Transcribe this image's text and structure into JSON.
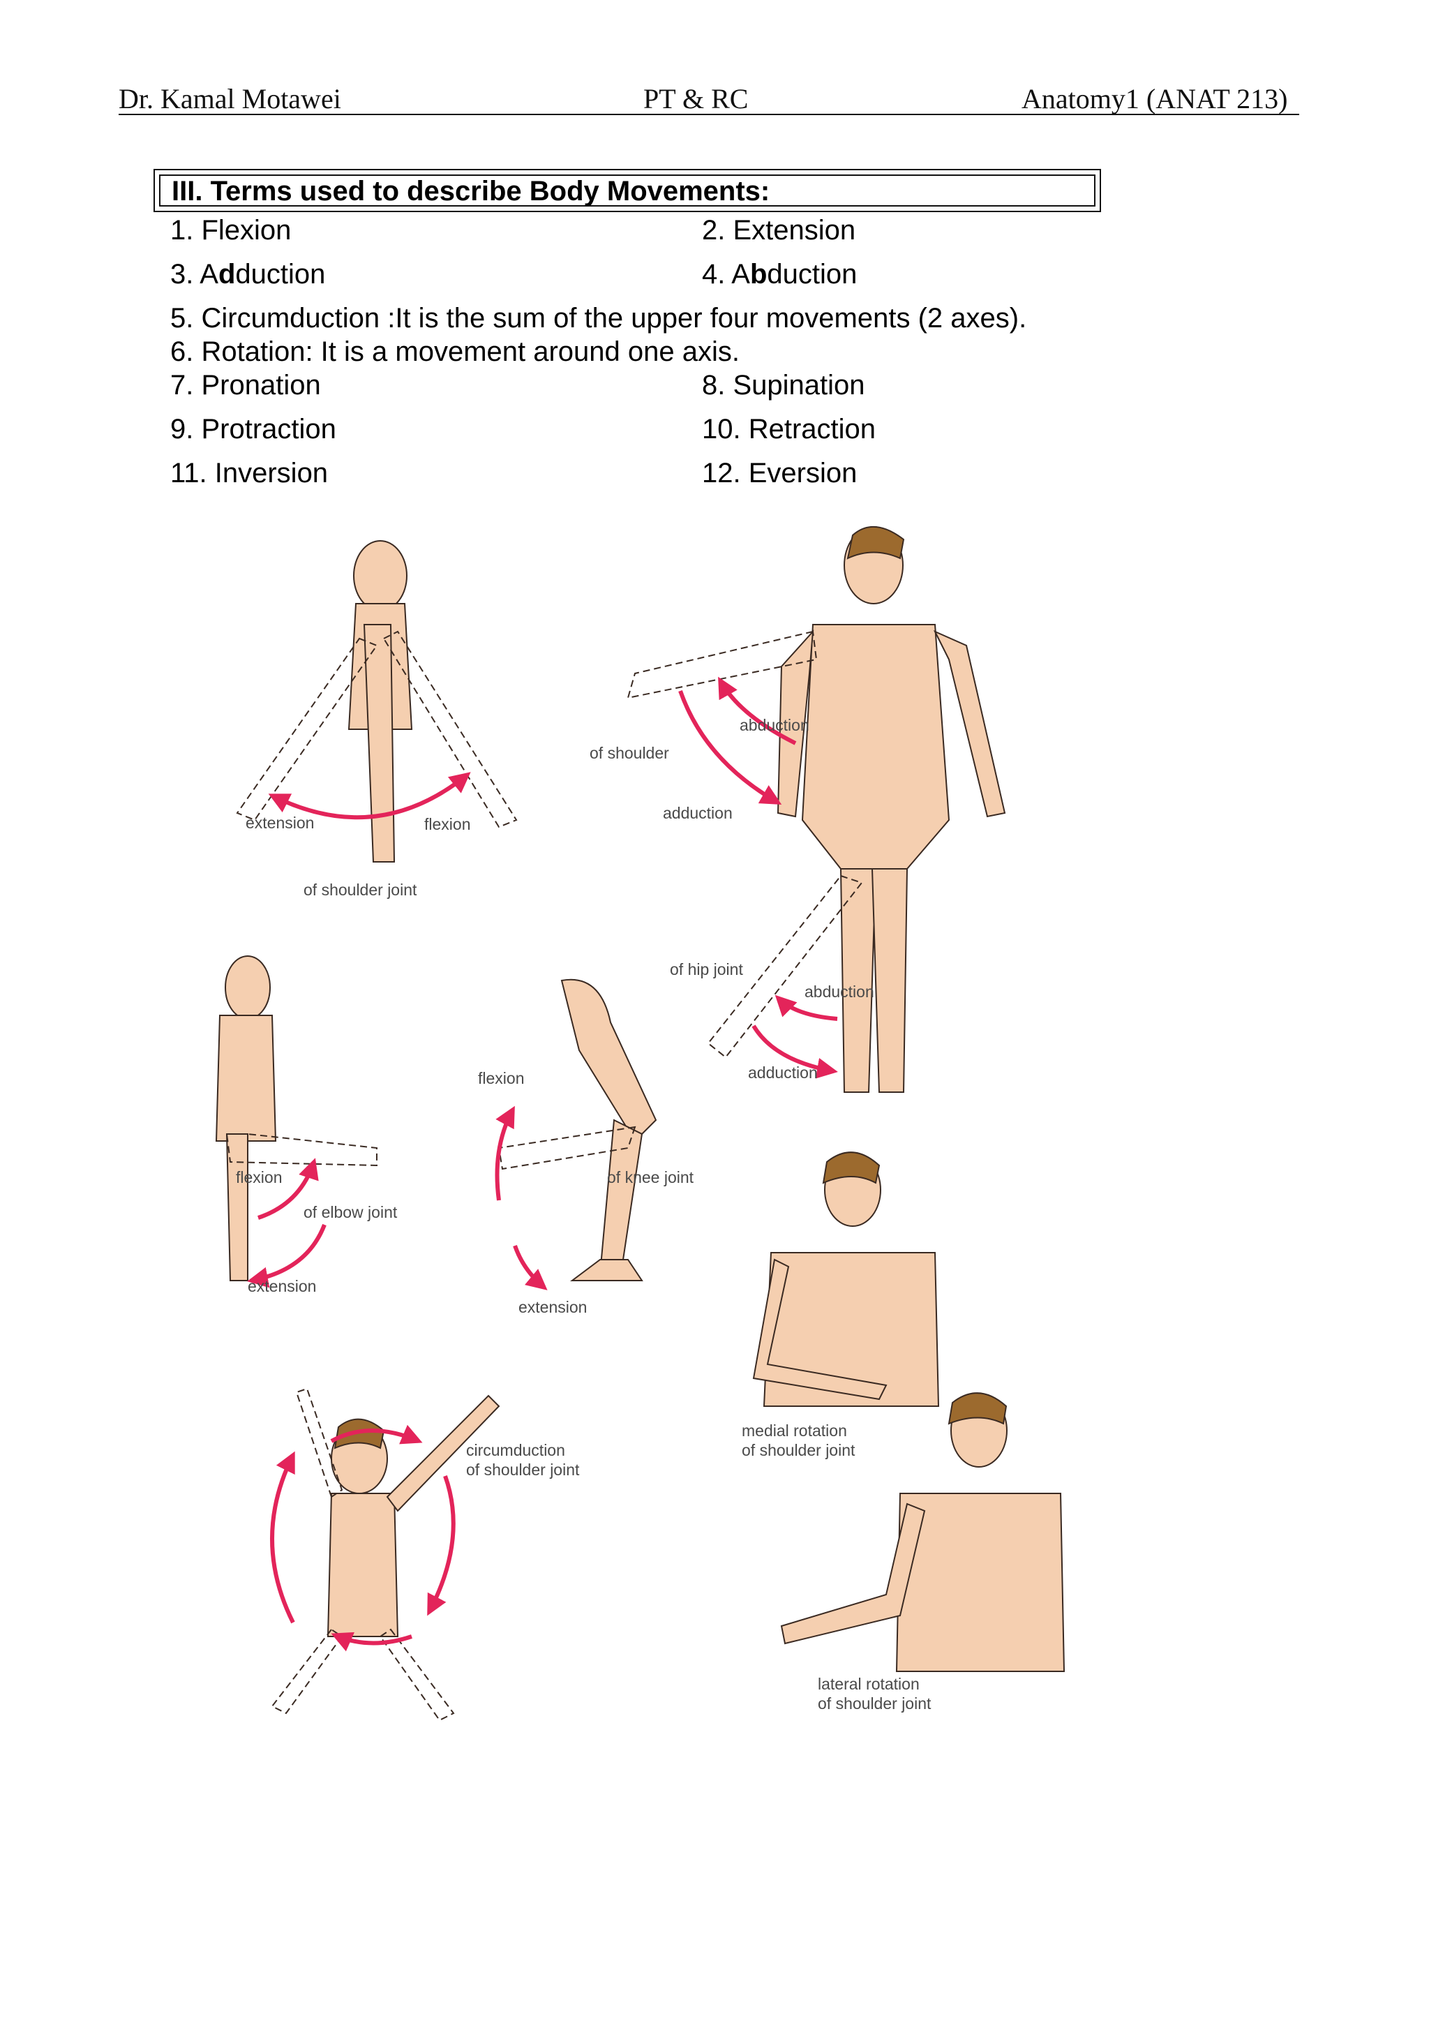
{
  "header": {
    "author": "Dr. Kamal Motawei",
    "program": "PT & RC",
    "course": "Anatomy1 (ANAT 213)"
  },
  "section": {
    "title": "III. Terms used to describe Body Movements:"
  },
  "terms": {
    "t1": "1. Flexion",
    "t2": "2. Extension",
    "t3_pre": "3. A",
    "t3_bold": "d",
    "t3_post": "duction",
    "t4_pre": "4. A",
    "t4_bold": "b",
    "t4_post": "duction",
    "t5": "5. Circumduction :It is the sum of the upper four movements (2 axes).",
    "t6": "6. Rotation: It is a movement around one axis.",
    "t7": "7. Pronation",
    "t8": "8. Supination",
    "t9": "9. Protraction",
    "t10": "10. Retraction",
    "t11": "11. Inversion",
    "t12": "12. Eversion"
  },
  "figure_labels": {
    "shoulder_extension": "extension",
    "shoulder_flexion": "flexion",
    "shoulder_joint": "of shoulder joint",
    "abduction": "abduction",
    "of_shoulder": "of shoulder",
    "adduction": "adduction",
    "of_hip_joint": "of hip joint",
    "hip_abduction": "abduction",
    "hip_adduction": "adduction",
    "elbow_flexion": "flexion",
    "of_elbow_joint": "of elbow joint",
    "elbow_extension": "extension",
    "knee_flexion": "flexion",
    "of_knee_joint": "of knee joint",
    "knee_extension": "extension",
    "circumduction": "circumduction",
    "circumduction_joint": "of shoulder joint",
    "medial_rotation": "medial rotation",
    "medial_rotation_joint": "of shoulder joint",
    "lateral_rotation": "lateral rotation",
    "lateral_rotation_joint": "of shoulder joint"
  },
  "colors": {
    "skin": "#f5cfb0",
    "skin_outline": "#3a2a22",
    "arrow": "#e3245a",
    "hair": "#9c6a2e"
  }
}
